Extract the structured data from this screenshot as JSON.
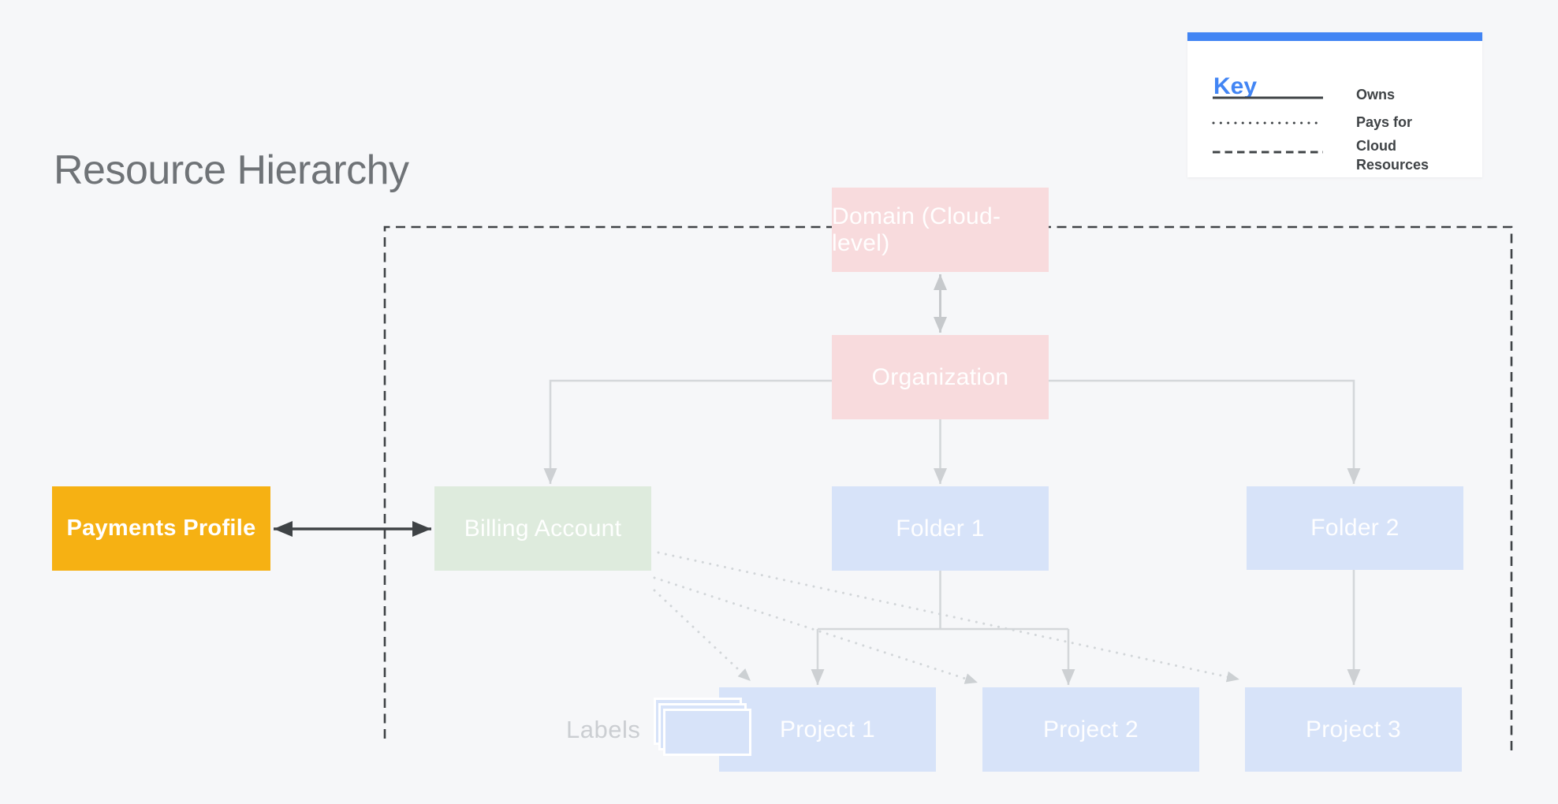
{
  "title": "Resource Hierarchy",
  "key": {
    "heading": "Key",
    "items": [
      {
        "style": "solid",
        "label": "Owns"
      },
      {
        "style": "dotted",
        "label": "Pays for"
      },
      {
        "style": "dashed",
        "label": "Cloud Resources"
      }
    ]
  },
  "nodes": {
    "domain": {
      "label": "Domain (Cloud-level)"
    },
    "organization": {
      "label": "Organization"
    },
    "payments_profile": {
      "label": "Payments Profile"
    },
    "billing_account": {
      "label": "Billing Account"
    },
    "folder1": {
      "label": "Folder 1"
    },
    "folder2": {
      "label": "Folder 2"
    },
    "project1": {
      "label": "Project 1"
    },
    "project2": {
      "label": "Project 2"
    },
    "project3": {
      "label": "Project 3"
    }
  },
  "annotations": {
    "labels": "Labels"
  },
  "colors": {
    "accent-blue": "#4285F4",
    "box-pink": "#F8DBDD",
    "box-blue": "#D7E3F9",
    "box-green": "#DEEBDD",
    "box-yellow": "#F6B113",
    "canvas-bg": "#F6F7F9",
    "line-dark": "#3F4346",
    "line-light": "#D4D7DA",
    "title-gray": "#6F7377"
  }
}
